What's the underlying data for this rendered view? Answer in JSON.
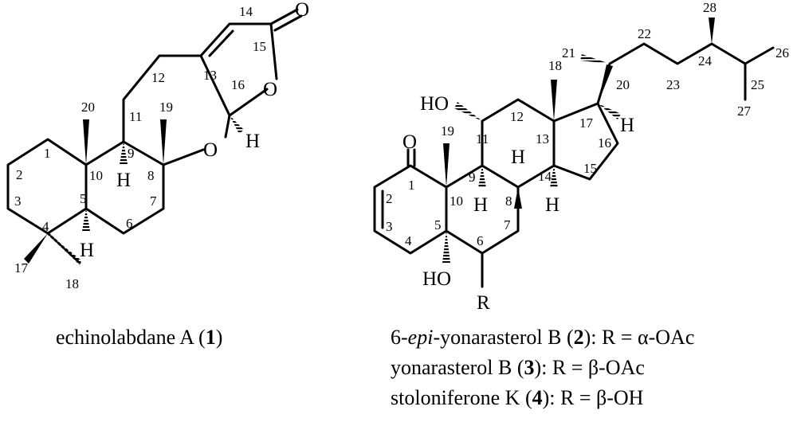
{
  "molecule1": {
    "carbon_numbers": [
      "1",
      "2",
      "3",
      "4",
      "5",
      "6",
      "7",
      "8",
      "9",
      "10",
      "11",
      "12",
      "13",
      "14",
      "15",
      "16",
      "17",
      "18",
      "19",
      "20"
    ],
    "atoms": {
      "o_ring": "O",
      "o_lactone": "O",
      "o_carbonyl": "O",
      "h5": "H",
      "h9": "H",
      "h16": "H"
    }
  },
  "molecule2": {
    "carbon_numbers": [
      "1",
      "2",
      "3",
      "4",
      "5",
      "6",
      "7",
      "8",
      "9",
      "10",
      "11",
      "12",
      "13",
      "14",
      "15",
      "16",
      "17",
      "18",
      "19",
      "20",
      "21",
      "22",
      "23",
      "24",
      "25",
      "26",
      "27",
      "28"
    ],
    "atoms": {
      "o1": "O",
      "ho11": "HO",
      "ho5": "HO",
      "r6": "R",
      "h8": "H",
      "h9": "H",
      "h14": "H",
      "h17": "H"
    }
  },
  "captions": {
    "c1": {
      "name": "echinolabdane A (",
      "num": "1",
      "end": ")"
    },
    "c2": {
      "pre": "6-",
      "italic": "epi",
      "name": "-yonarasterol B (",
      "num": "2",
      "end": "): R = α-OAc"
    },
    "c3": {
      "name": "yonarasterol B (",
      "num": "3",
      "end": "): R = β-OAc"
    },
    "c4": {
      "name": "stoloniferone K (",
      "num": "4",
      "end": "): R = β-OH"
    }
  }
}
